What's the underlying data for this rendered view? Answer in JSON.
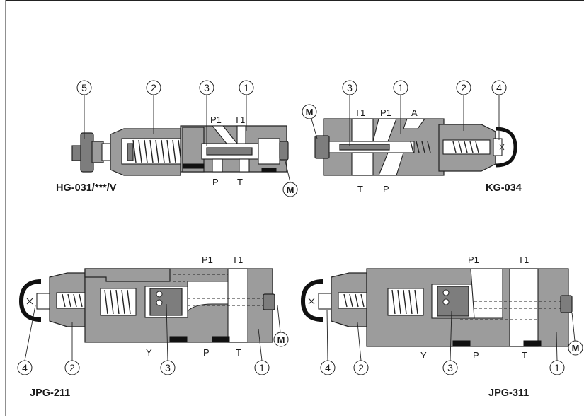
{
  "figures": [
    {
      "id": "hg",
      "caption": "HG-031/***/V",
      "port_labels": [
        "P1",
        "T1",
        "P",
        "T"
      ],
      "callouts": [
        "5",
        "2",
        "3",
        "1"
      ],
      "gauge_label": "M"
    },
    {
      "id": "kg",
      "caption": "KG-034",
      "port_labels": [
        "T1",
        "P1",
        "A",
        "T",
        "P"
      ],
      "callouts": [
        "3",
        "1",
        "2",
        "4"
      ],
      "gauge_label": "M"
    },
    {
      "id": "jpg211",
      "caption": "JPG-211",
      "port_labels": [
        "P1",
        "T1",
        "Y",
        "P",
        "T"
      ],
      "callouts": [
        "4",
        "2",
        "3",
        "1"
      ],
      "gauge_label": "M"
    },
    {
      "id": "jpg311",
      "caption": "JPG-311",
      "port_labels": [
        "P1",
        "T1",
        "Y",
        "P",
        "T"
      ],
      "callouts": [
        "4",
        "2",
        "3",
        "1"
      ],
      "gauge_label": "M"
    }
  ]
}
